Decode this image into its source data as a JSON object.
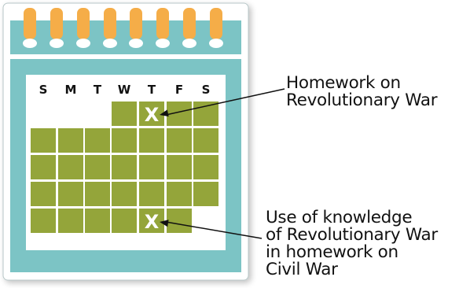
{
  "calendar": {
    "day_headers": [
      "S",
      "M",
      "T",
      "W",
      "T",
      "F",
      "S"
    ],
    "first_week_start_column": 3,
    "total_days": 31,
    "marks": [
      {
        "day": 2,
        "symbol": "X"
      },
      {
        "day": 30,
        "symbol": "X"
      }
    ],
    "colors": {
      "frame": "#7cc4c5",
      "frame_border": "#b8c7c8",
      "paper": "#ffffff",
      "day_cell": "#94a53a",
      "ring": "#f5ad48",
      "text": "#111111",
      "mark": "#ffffff",
      "arrow": "#111111"
    }
  },
  "callouts": [
    {
      "lines": [
        "Homework on",
        "Revolutionary War"
      ]
    },
    {
      "lines": [
        "Use of knowledge",
        "of Revolutionary War",
        "in homework on",
        "Civil War"
      ]
    }
  ]
}
